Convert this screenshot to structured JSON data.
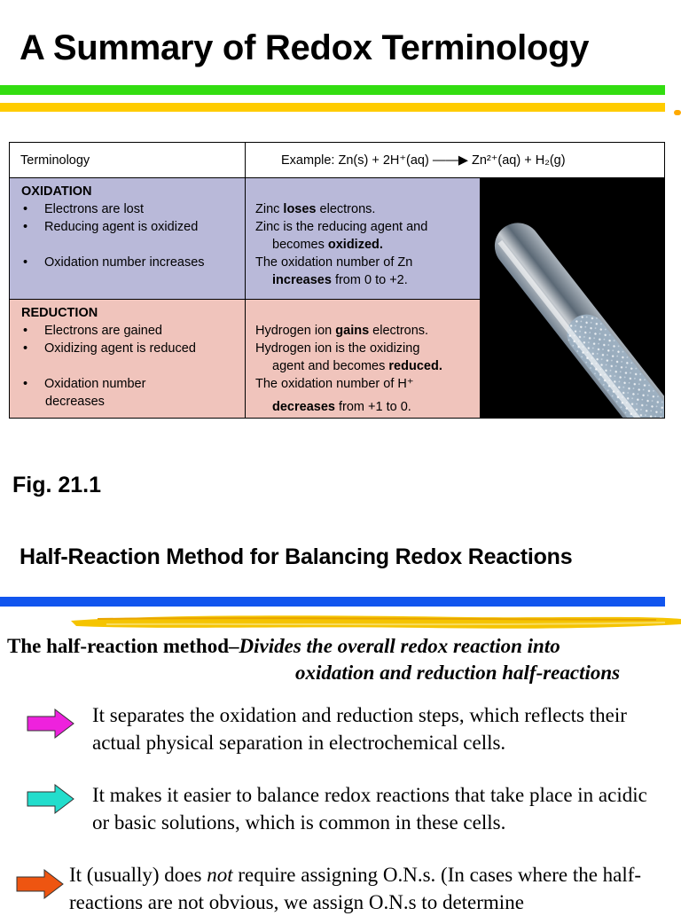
{
  "title": "A Summary of Redox Terminology",
  "table": {
    "header_left": "Terminology",
    "header_example": "Example: Zn(s) + 2H⁺(aq) ——▶ Zn²⁺(aq) + H₂(g)",
    "oxidation": {
      "title": "OXIDATION",
      "bullets": [
        "Electrons are lost",
        "Reducing agent is oxidized",
        "Oxidation number increases"
      ],
      "examples": {
        "line1_a": "Zinc ",
        "line1_b": "loses",
        "line1_c": " electrons.",
        "line2": "Zinc is the reducing agent and",
        "line3_a": "becomes ",
        "line3_b": "oxidized.",
        "line4": "The oxidation number of Zn",
        "line5_a": "increases",
        "line5_b": " from 0 to +2."
      }
    },
    "reduction": {
      "title": "REDUCTION",
      "bullets": [
        "Electrons are gained",
        "Oxidizing agent is reduced",
        "Oxidation number",
        "decreases"
      ],
      "examples": {
        "line1_a": "Hydrogen ion ",
        "line1_b": "gains",
        "line1_c": " electrons.",
        "line2": "Hydrogen ion is the oxidizing",
        "line3_a": "agent and becomes ",
        "line3_b": "reduced.",
        "line4": "The oxidation number of H⁺",
        "line5_a": "decreases",
        "line5_b": " from +1 to 0."
      }
    }
  },
  "fig_label": "Fig. 21.1",
  "section_heading": "Half-Reaction Method for Balancing Redox Reactions",
  "intro": {
    "lead": "The half-reaction method–",
    "italic_1": "Divides the overall redox reaction into",
    "italic_2": "oxidation and reduction half-reactions"
  },
  "points": [
    {
      "text": "It separates the oxidation and reduction steps, which reflects their actual physical separation in electrochemical cells.",
      "arrow_color": "#ee22dd"
    },
    {
      "text": "It makes it easier to balance redox reactions that take place in acidic or basic solutions, which is common in these cells.",
      "arrow_color": "#22ddcc"
    },
    {
      "text_a": "It (usually) does ",
      "text_b": "not",
      "text_c": " require assigning O.N.s.  (In cases where the half-reactions are not obvious, we assign O.N.s to determine",
      "arrow_color": "#ee5511"
    }
  ],
  "colors": {
    "green_bar": "#33dd11",
    "yellow_bar": "#ffcc00",
    "blue_bar": "#1155ee",
    "oxidation_bg": "#b9b9d9",
    "reduction_bg": "#f0c4bc"
  }
}
